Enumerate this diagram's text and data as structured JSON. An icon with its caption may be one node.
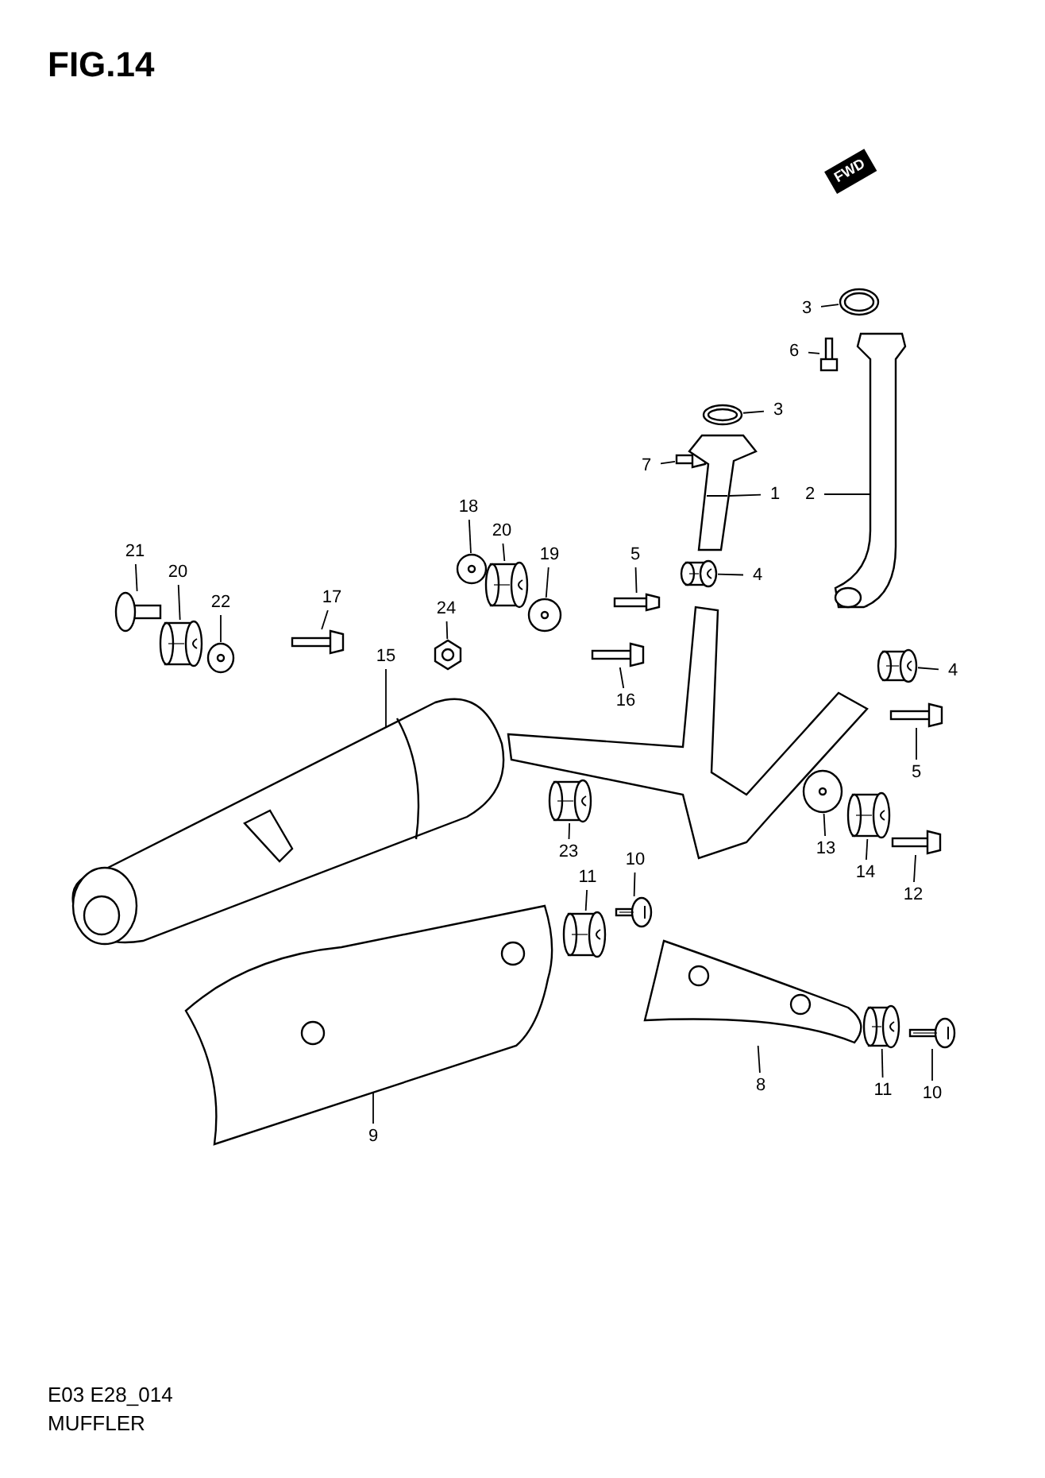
{
  "diagram": {
    "title": "FIG.14",
    "nodes": [
      {
        "text": [
          "3"
        ]
      },
      {
        "text": [
          "6"
        ]
      },
      {
        "text": [
          "3"
        ]
      },
      {
        "text": [
          "7"
        ]
      },
      {
        "text": [
          "1"
        ]
      },
      {
        "text": [
          "2"
        ]
      },
      {
        "text": [
          "18"
        ]
      },
      {
        "text": [
          "20"
        ]
      },
      {
        "text": [
          "19"
        ]
      },
      {
        "text": [
          "5"
        ]
      },
      {
        "text": [
          "4"
        ]
      },
      {
        "text": [
          "21"
        ]
      },
      {
        "text": [
          "20"
        ]
      },
      {
        "text": [
          "22"
        ]
      },
      {
        "text": [
          "17"
        ]
      },
      {
        "text": [
          "24"
        ]
      },
      {
        "text": [
          "15"
        ]
      },
      {
        "text": [
          "16"
        ]
      },
      {
        "text": [
          "4"
        ]
      },
      {
        "text": [
          "5"
        ]
      },
      {
        "text": [
          "13"
        ]
      },
      {
        "text": [
          "14"
        ]
      },
      {
        "text": [
          "12"
        ]
      },
      {
        "text": [
          "23"
        ]
      },
      {
        "text": [
          "11"
        ]
      },
      {
        "text": [
          "10"
        ]
      },
      {
        "text": [
          "9"
        ]
      },
      {
        "text": [
          "8"
        ]
      },
      {
        "text": [
          "11"
        ]
      },
      {
        "text": [
          "10"
        ]
      },
      {
        "text": [],
        "shape": "picture"
      },
      {
        "text": [],
        "shape": "picture"
      },
      {
        "text": [],
        "shape": "picture"
      },
      {
        "text": [],
        "shape": "picture"
      },
      {
        "text": [],
        "shape": "picture"
      },
      {
        "text": [],
        "shape": "picture"
      },
      {
        "text": [],
        "shape": "picture"
      },
      {
        "text": [],
        "shape": "picture"
      },
      {
        "text": [],
        "shape": "picture"
      },
      {
        "text": [],
        "shape": "picture"
      },
      {
        "text": [],
        "shape": "picture"
      },
      {
        "text": [],
        "shape": "picture"
      },
      {
        "text": [],
        "shape": "picture"
      },
      {
        "text": [],
        "shape": "picture"
      },
      {
        "text": [],
        "shape": "picture"
      },
      {
        "text": [],
        "shape": "picture"
      },
      {
        "text": [],
        "shape": "picture"
      },
      {
        "text": [],
        "shape": "picture"
      },
      {
        "text": [],
        "shape": "picture"
      },
      {
        "text": [],
        "shape": "picture"
      },
      {
        "text": [],
        "shape": "picture"
      },
      {
        "text": [],
        "shape": "picture"
      },
      {
        "text": [],
        "shape": "picture"
      },
      {
        "text": [],
        "shape": "picture"
      },
      {
        "text": [],
        "shape": "picture"
      },
      {
        "text": [],
        "shape": "picture"
      },
      {
        "text": [],
        "shape": "picture"
      },
      {
        "text": [],
        "shape": "picture"
      },
      {
        "text": [],
        "shape": "picture"
      },
      {
        "text": [],
        "shape": "picture"
      }
    ],
    "edges": [
      {
        "from": 0,
        "to": 30,
        "arrow": "none"
      },
      {
        "from": 1,
        "to": 31,
        "arrow": "none"
      },
      {
        "from": 2,
        "to": 32,
        "arrow": "none"
      },
      {
        "from": 3,
        "to": 33,
        "arrow": "none"
      },
      {
        "from": 4,
        "to": 34,
        "arrow": "none"
      },
      {
        "from": 5,
        "to": 35,
        "arrow": "none"
      },
      {
        "from": 6,
        "to": 36,
        "arrow": "none"
      },
      {
        "from": 7,
        "to": 37,
        "arrow": "none"
      },
      {
        "from": 8,
        "to": 38,
        "arrow": "none"
      },
      {
        "from": 9,
        "to": 39,
        "arrow": "none"
      },
      {
        "from": 10,
        "to": 40,
        "arrow": "none"
      },
      {
        "from": 11,
        "to": 41,
        "arrow": "none"
      },
      {
        "from": 12,
        "to": 42,
        "arrow": "none"
      },
      {
        "from": 13,
        "to": 43,
        "arrow": "none"
      },
      {
        "from": 14,
        "to": 44,
        "arrow": "none"
      },
      {
        "from": 15,
        "to": 45,
        "arrow": "none"
      },
      {
        "from": 16,
        "to": 46,
        "arrow": "none"
      },
      {
        "from": 17,
        "to": 47,
        "arrow": "none"
      },
      {
        "from": 18,
        "to": 48,
        "arrow": "none"
      },
      {
        "from": 19,
        "to": 49,
        "arrow": "none"
      },
      {
        "from": 20,
        "to": 50,
        "arrow": "none"
      },
      {
        "from": 21,
        "to": 51,
        "arrow": "none"
      },
      {
        "from": 22,
        "to": 52,
        "arrow": "none"
      },
      {
        "from": 23,
        "to": 53,
        "arrow": "none"
      },
      {
        "from": 24,
        "to": 54,
        "arrow": "none"
      },
      {
        "from": 25,
        "to": 55,
        "arrow": "none"
      },
      {
        "from": 26,
        "to": 56,
        "arrow": "none"
      },
      {
        "from": 27,
        "to": 57,
        "arrow": "none"
      },
      {
        "from": 28,
        "to": 58,
        "arrow": "none"
      },
      {
        "from": 29,
        "to": 59,
        "arrow": "none"
      }
    ],
    "labels": [
      "FWD",
      "E03 E28_014",
      "MUFFLER"
    ]
  }
}
